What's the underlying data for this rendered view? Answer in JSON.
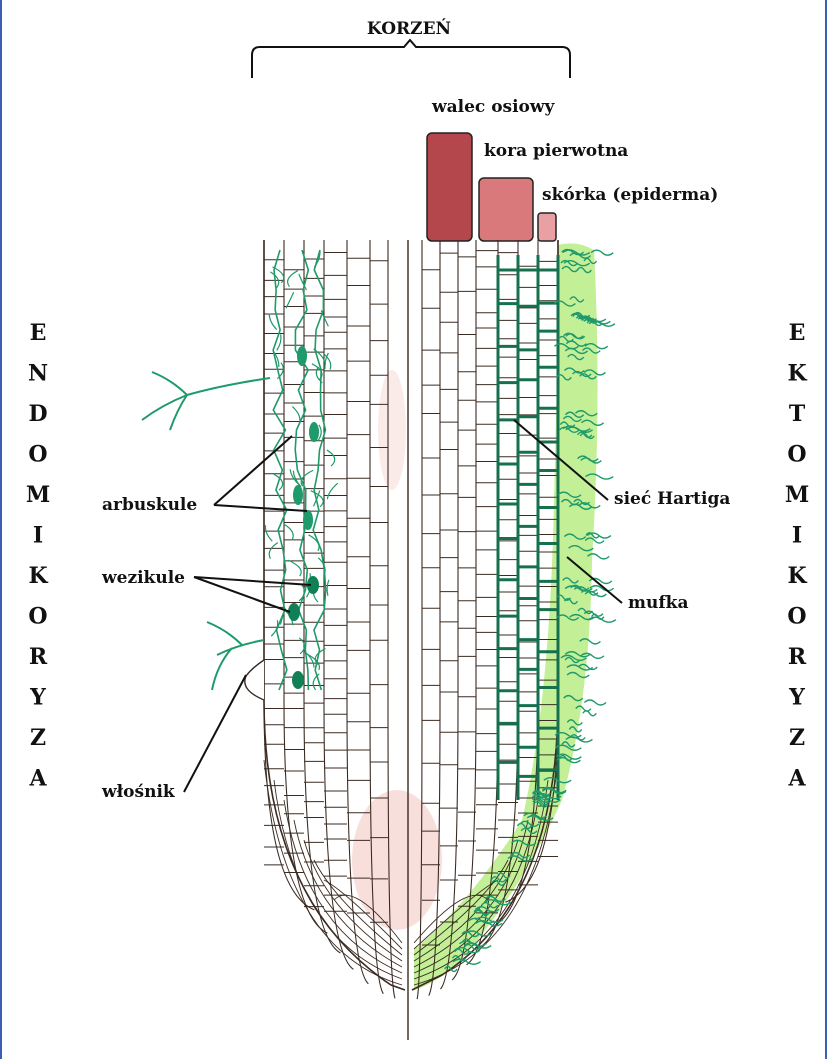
{
  "title": "KORZEŃ",
  "legend": {
    "items": [
      {
        "label": "walec osiowy",
        "color": "#b4474c"
      },
      {
        "label": "kora pierwotna",
        "color": "#d9797b"
      },
      {
        "label": "skórka (epiderma)",
        "color": "#e9a0a2"
      }
    ]
  },
  "left_side": {
    "heading": "ENDOMIKORYZA",
    "labels": [
      "arbuskule",
      "wezikule",
      "włośnik"
    ]
  },
  "right_side": {
    "heading": "EKTOMIKORYZA",
    "labels": [
      "sieć Hartiga",
      "mufka"
    ]
  },
  "colors": {
    "fungus": "#1f9a6a",
    "mantle": "#b8ec84",
    "cell_wall": "#3b2b22",
    "border": "#3b5fb5"
  }
}
